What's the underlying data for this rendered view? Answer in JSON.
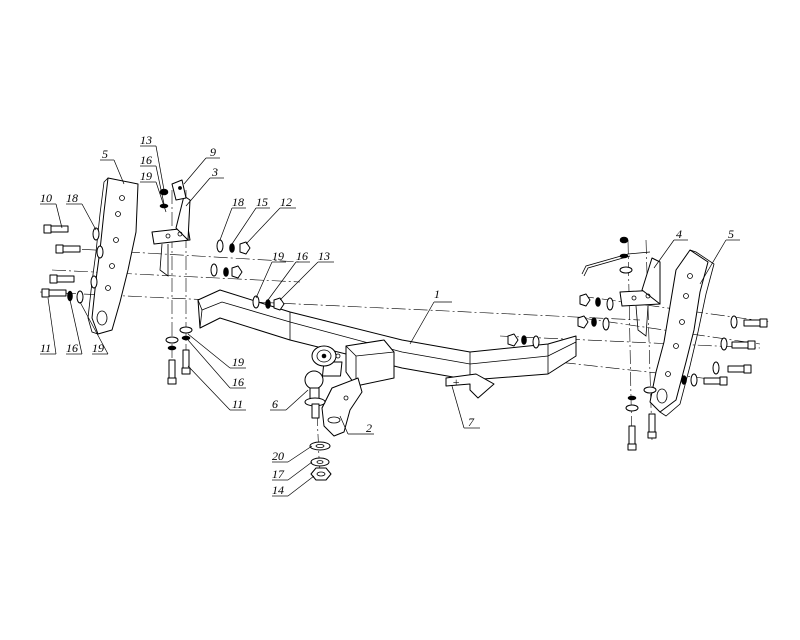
{
  "labels": [
    {
      "id": "p1",
      "text": "1"
    },
    {
      "id": "p2",
      "text": "2"
    },
    {
      "id": "p3",
      "text": "3"
    },
    {
      "id": "p4",
      "text": "4"
    },
    {
      "id": "p5l",
      "text": "5"
    },
    {
      "id": "p5r",
      "text": "5"
    },
    {
      "id": "p6",
      "text": "6"
    },
    {
      "id": "p7",
      "text": "7"
    },
    {
      "id": "p9",
      "text": "9"
    },
    {
      "id": "p10",
      "text": "10"
    },
    {
      "id": "p11a",
      "text": "11"
    },
    {
      "id": "p11b",
      "text": "11"
    },
    {
      "id": "p12",
      "text": "12"
    },
    {
      "id": "p13a",
      "text": "13"
    },
    {
      "id": "p13b",
      "text": "13"
    },
    {
      "id": "p14",
      "text": "14"
    },
    {
      "id": "p15",
      "text": "15"
    },
    {
      "id": "p16a",
      "text": "16"
    },
    {
      "id": "p16b",
      "text": "16"
    },
    {
      "id": "p16c",
      "text": "16"
    },
    {
      "id": "p16d",
      "text": "16"
    },
    {
      "id": "p17",
      "text": "17"
    },
    {
      "id": "p18a",
      "text": "18"
    },
    {
      "id": "p18b",
      "text": "18"
    },
    {
      "id": "p19a",
      "text": "19"
    },
    {
      "id": "p19b",
      "text": "19"
    },
    {
      "id": "p19c",
      "text": "19"
    },
    {
      "id": "p19d",
      "text": "19"
    },
    {
      "id": "p20",
      "text": "20"
    }
  ],
  "marks": {
    "plus": "+"
  }
}
